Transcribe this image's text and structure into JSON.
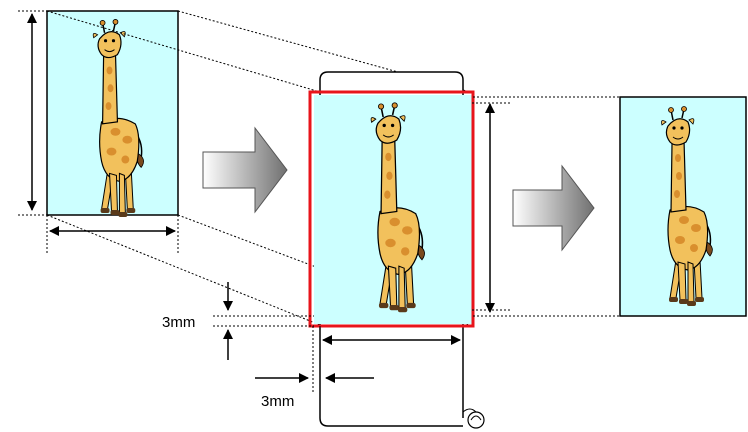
{
  "labels": {
    "top_margin": "3mm",
    "side_margin": "3mm"
  },
  "colors": {
    "image_background": "#ccffff",
    "print_area_frame": "#e8141b",
    "giraffe_body": "#f2c15c",
    "giraffe_spots": "#d98f2e",
    "arrow_gradient_light": "#ffffff",
    "arrow_gradient_dark": "#707070"
  },
  "icons": {
    "giraffe": "giraffe-illustration",
    "process_arrow": "right-arrow-icon",
    "paper_roll": "paper-roll-curl-icon"
  }
}
